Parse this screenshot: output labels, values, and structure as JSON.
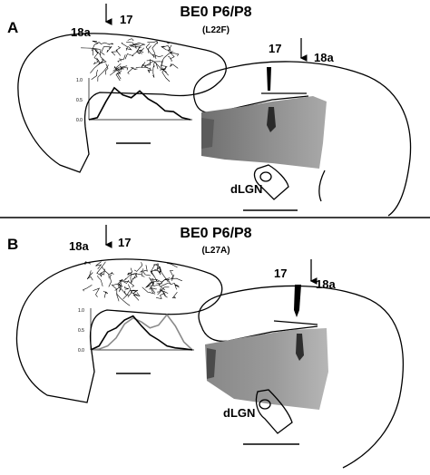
{
  "panels": [
    {
      "letter": "A",
      "title": "BE0 P6/P8",
      "case": "(L22F)",
      "area_left": "18a",
      "area_mid": "17",
      "area_right_17": "17",
      "area_right_18a": "18a",
      "nucleus": "dLGN",
      "yticks": [
        "1.0",
        "0.5",
        "0.0"
      ],
      "profile": [
        0,
        0.05,
        0.45,
        0.8,
        0.62,
        0.55,
        0.72,
        0.52,
        0.4,
        0.22,
        0.2,
        0.05,
        0
      ]
    },
    {
      "letter": "B",
      "title": "BE0 P6/P8",
      "case": "(L27A)",
      "area_left": "18a",
      "area_mid": "17",
      "area_right_17": "17",
      "area_right_18a": "18a",
      "nucleus": "dLGN",
      "yticks": [
        "1.0",
        "0.5",
        "0.0"
      ],
      "profile_black": [
        0,
        0.1,
        0.45,
        0.55,
        0.75,
        0.85,
        0.6,
        0.38,
        0.25,
        0.1,
        0.05,
        0.03,
        0
      ],
      "profile_gray": [
        0,
        0.02,
        0.1,
        0.3,
        0.65,
        0.8,
        0.7,
        0.55,
        0.62,
        0.88,
        0.6,
        0.2,
        0
      ]
    }
  ],
  "colors": {
    "line": "#000000",
    "gray_trace": "#888888",
    "slice_dark": "#6e6e6e",
    "slice_light": "#b4b4b4"
  }
}
